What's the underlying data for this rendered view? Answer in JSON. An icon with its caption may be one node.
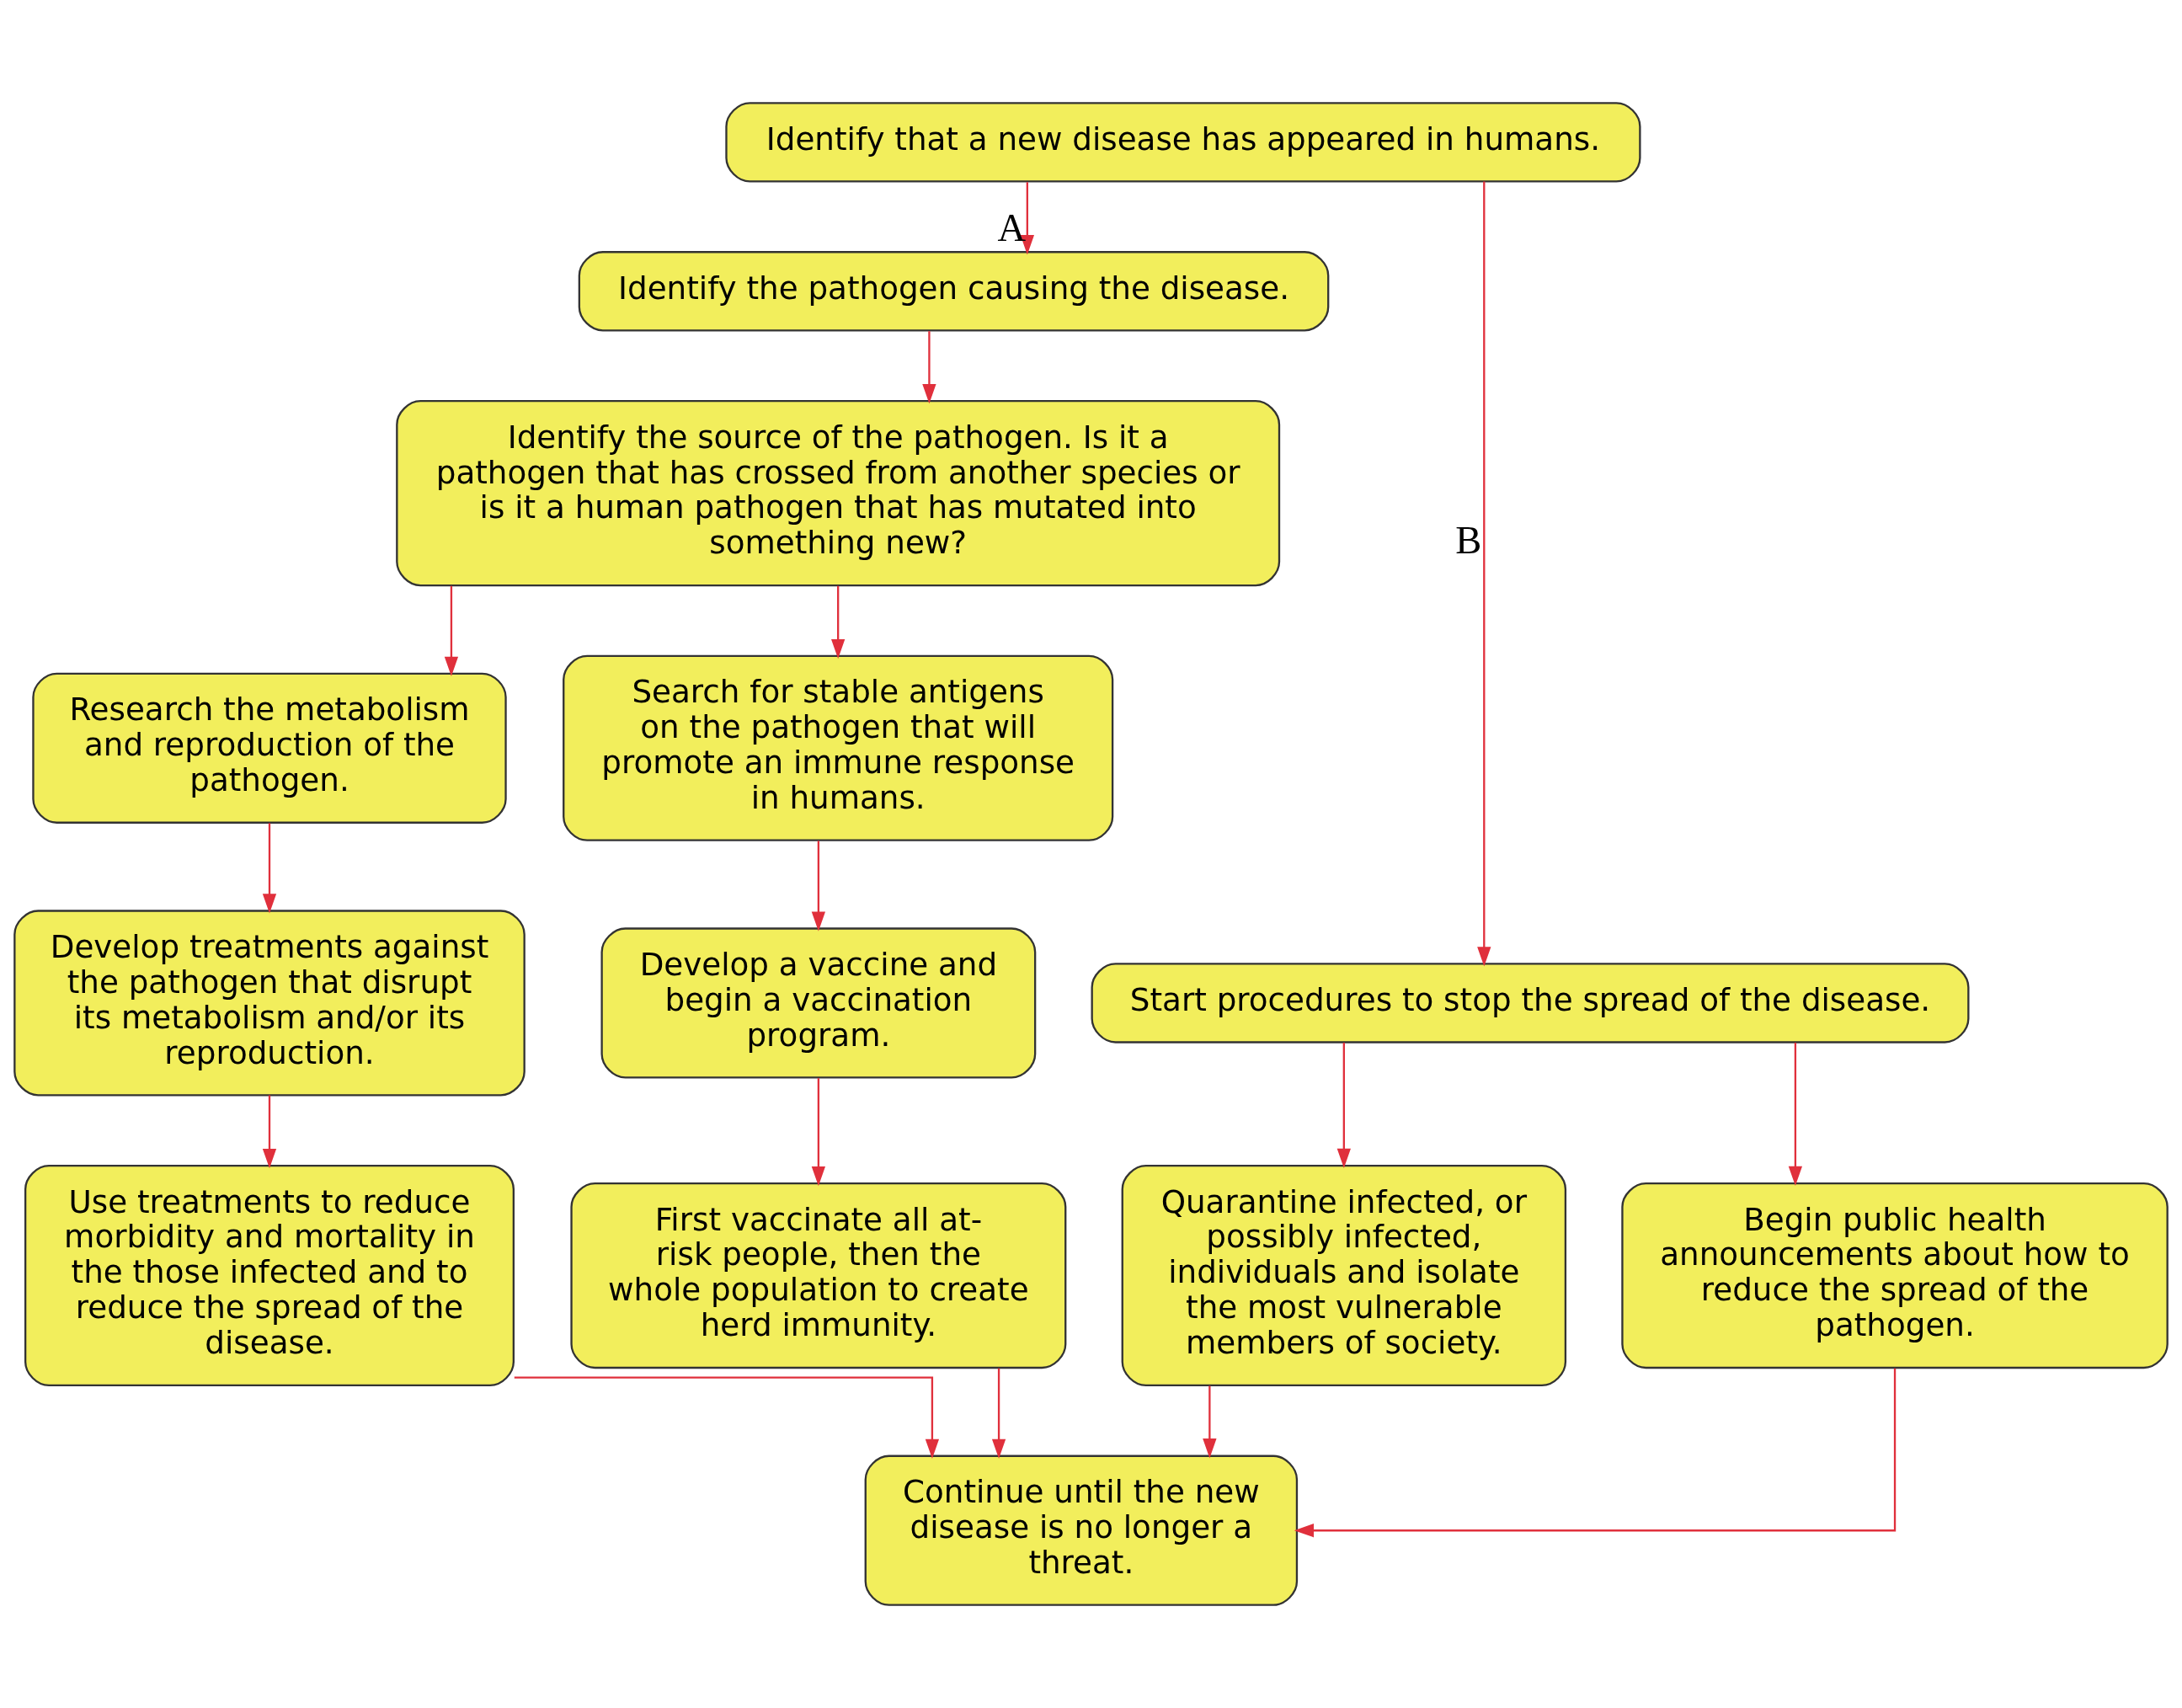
{
  "diagram": {
    "nodes": [
      {
        "text": [
          "Identify that a new disease has appeared in humans."
        ]
      },
      {
        "text": [
          "Identify the pathogen causing the disease."
        ]
      },
      {
        "text": [
          "Start procedures to stop the spread of the disease."
        ]
      },
      {
        "text": [
          "Identify the source of the pathogen. Is it a pathogen that has crossed from another species or is it a human pathogen that has mutated into something new?"
        ]
      },
      {
        "text": [
          "Quarantine infected, or possibly infected, individuals and isolate the most vulnerable members of society."
        ]
      },
      {
        "text": [
          "Begin public health announcements about how to reduce the spread of the pathogen."
        ]
      },
      {
        "text": [
          "Research the metabolism and reproduction of the pathogen."
        ]
      },
      {
        "text": [
          "Search for stable antigens on the pathogen that will promote an immune response in humans."
        ]
      },
      {
        "text": [
          "Continue until the new disease is no longer a threat."
        ]
      },
      {
        "text": [
          "Develop treatments against the pathogen that disrupt its metabolism and/or its reproduction."
        ]
      },
      {
        "text": [
          "Develop a vaccine and begin a vaccination program."
        ]
      },
      {
        "text": [
          "Use treatments to reduce morbidity and mortality in the those infected and to reduce the spread of the disease."
        ]
      },
      {
        "text": [
          "First vaccinate all at-risk people, then the whole population to create herd immunity."
        ]
      }
    ],
    "edges": [
      {
        "from": 0,
        "to": 1,
        "arrow": "to",
        "label": "A"
      },
      {
        "from": 0,
        "to": 2,
        "arrow": "to",
        "label": "B"
      },
      {
        "from": 1,
        "to": 3,
        "arrow": "to"
      },
      {
        "from": 2,
        "to": 4,
        "arrow": "to"
      },
      {
        "from": 2,
        "to": 5,
        "arrow": "to"
      },
      {
        "from": 3,
        "to": 6,
        "arrow": "to"
      },
      {
        "from": 3,
        "to": 7,
        "arrow": "to"
      },
      {
        "from": 4,
        "to": 8,
        "arrow": "to"
      },
      {
        "from": 5,
        "to": 8,
        "arrow": "to"
      },
      {
        "from": 6,
        "to": 9,
        "arrow": "to"
      },
      {
        "from": 7,
        "to": 10,
        "arrow": "to"
      },
      {
        "from": 9,
        "to": 11,
        "arrow": "to"
      },
      {
        "from": 10,
        "to": 12,
        "arrow": "to"
      },
      {
        "from": 12,
        "to": 8,
        "arrow": "to"
      },
      {
        "from": 11,
        "to": 8,
        "arrow": "to"
      }
    ]
  }
}
